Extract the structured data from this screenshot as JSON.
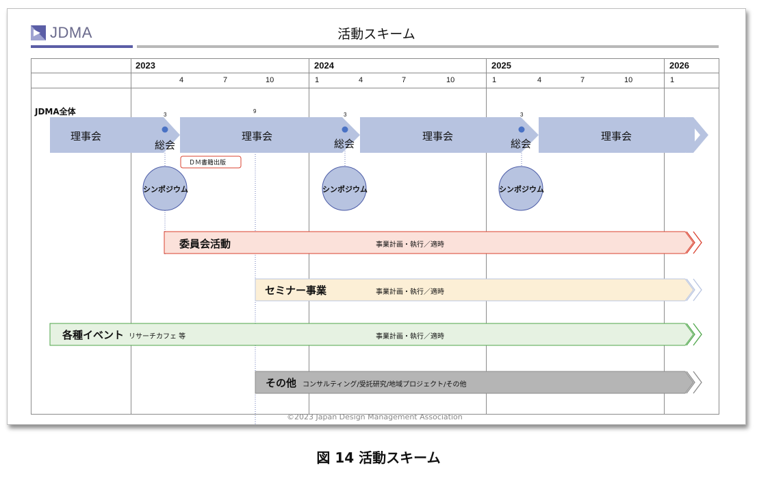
{
  "header": {
    "logo_text": "JDMA",
    "title": "活動スキーム"
  },
  "timeline": {
    "years": [
      "2023",
      "2024",
      "2025",
      "2026"
    ],
    "months_2023": [
      "4",
      "7",
      "10"
    ],
    "months_2024": [
      "1",
      "4",
      "7",
      "10"
    ],
    "months_2025": [
      "1",
      "4",
      "7",
      "10"
    ],
    "months_2026": [
      "1"
    ]
  },
  "section_label": "JDMA全体",
  "board": {
    "label": "理事会",
    "general_meeting": "総会",
    "symposium": "シンポジウム",
    "book_publication": "ＤＭ書籍出版",
    "marker_3": "3",
    "marker_9": "9"
  },
  "activities": {
    "committee": {
      "title": "委員会活動",
      "desc": "事業計画・執行／適時",
      "color": "#d9412f"
    },
    "seminar": {
      "title": "セミナー事業",
      "desc": "事業計画・執行／適時",
      "color": "#b8c4e0"
    },
    "events": {
      "title": "各種イベント",
      "sub": "リサーチカフェ 等",
      "desc": "事業計画・執行／適時",
      "color": "#4fa64a"
    },
    "other": {
      "title": "その他",
      "desc": "コンサルティング/受託研究/地域プロジェクト/その他",
      "color": "#8c8c8c"
    }
  },
  "copyright": "©2023 Japan Design Management Association",
  "caption": "図 14 活動スキーム"
}
